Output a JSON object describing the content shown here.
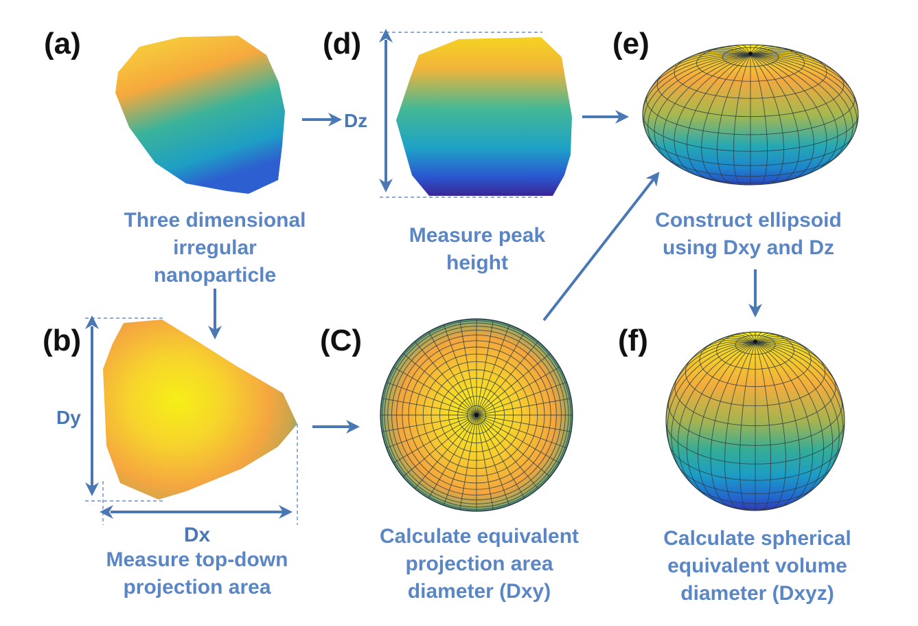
{
  "panels": {
    "a": {
      "label": "(a)",
      "caption": [
        "Three dimensional",
        "irregular",
        "nanoparticle"
      ]
    },
    "b": {
      "label": "(b)",
      "caption": [
        "Dx",
        "Measure top-down",
        "projection area"
      ],
      "dim_y": "Dy"
    },
    "c": {
      "label": "(C)",
      "caption": [
        "Calculate equivalent",
        "projection area",
        "diameter (Dxy)"
      ]
    },
    "d": {
      "label": "(d)",
      "caption": [
        "Measure peak",
        "height"
      ],
      "dim_z": "Dz"
    },
    "e": {
      "label": "(e)",
      "caption": [
        "Construct ellipsoid",
        "using Dxy and Dz"
      ]
    },
    "f": {
      "label": "(f)",
      "caption": [
        "Calculate spherical",
        "equivalent volume",
        "diameter (Dxyz)"
      ]
    }
  },
  "colors": {
    "text_caption": "#5b86c6",
    "arrow": "#4a78b5",
    "label": "#111111",
    "grad_yellow": "#f5e51b",
    "grad_orange": "#f7a93b",
    "grad_green": "#3bb39a",
    "grad_teal": "#1e9fc4",
    "grad_blue": "#2d3fbf",
    "grad_indigo": "#3a2d9a"
  },
  "icons": [
    "arrow-right-icon",
    "arrow-down-icon",
    "arrow-diagonal-icon",
    "double-arrow-icon"
  ]
}
